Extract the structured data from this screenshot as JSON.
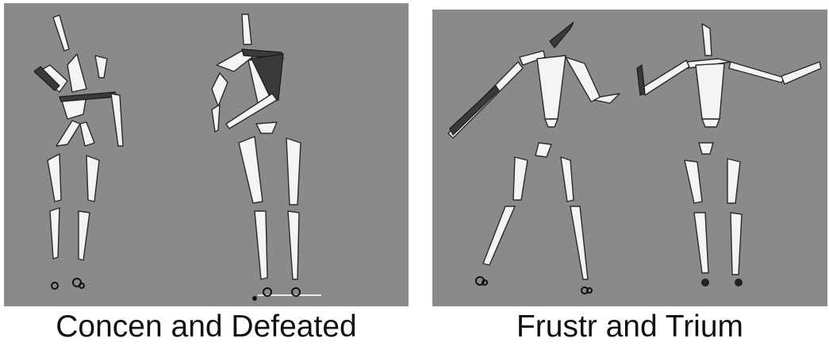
{
  "captions": {
    "left": "Concen and Defeated",
    "right": "Frustr and Trium"
  },
  "colors": {
    "panel_background": "#8a8a8a",
    "bone_fill": "#f4f4f4",
    "bone_outline": "#2a2a2a",
    "caption_text": "#111111"
  },
  "figures": [
    {
      "name": "concentrated-figure",
      "panel": "left"
    },
    {
      "name": "defeated-figure",
      "panel": "left"
    },
    {
      "name": "frustrated-figure",
      "panel": "right"
    },
    {
      "name": "triumphant-figure",
      "panel": "right"
    }
  ]
}
